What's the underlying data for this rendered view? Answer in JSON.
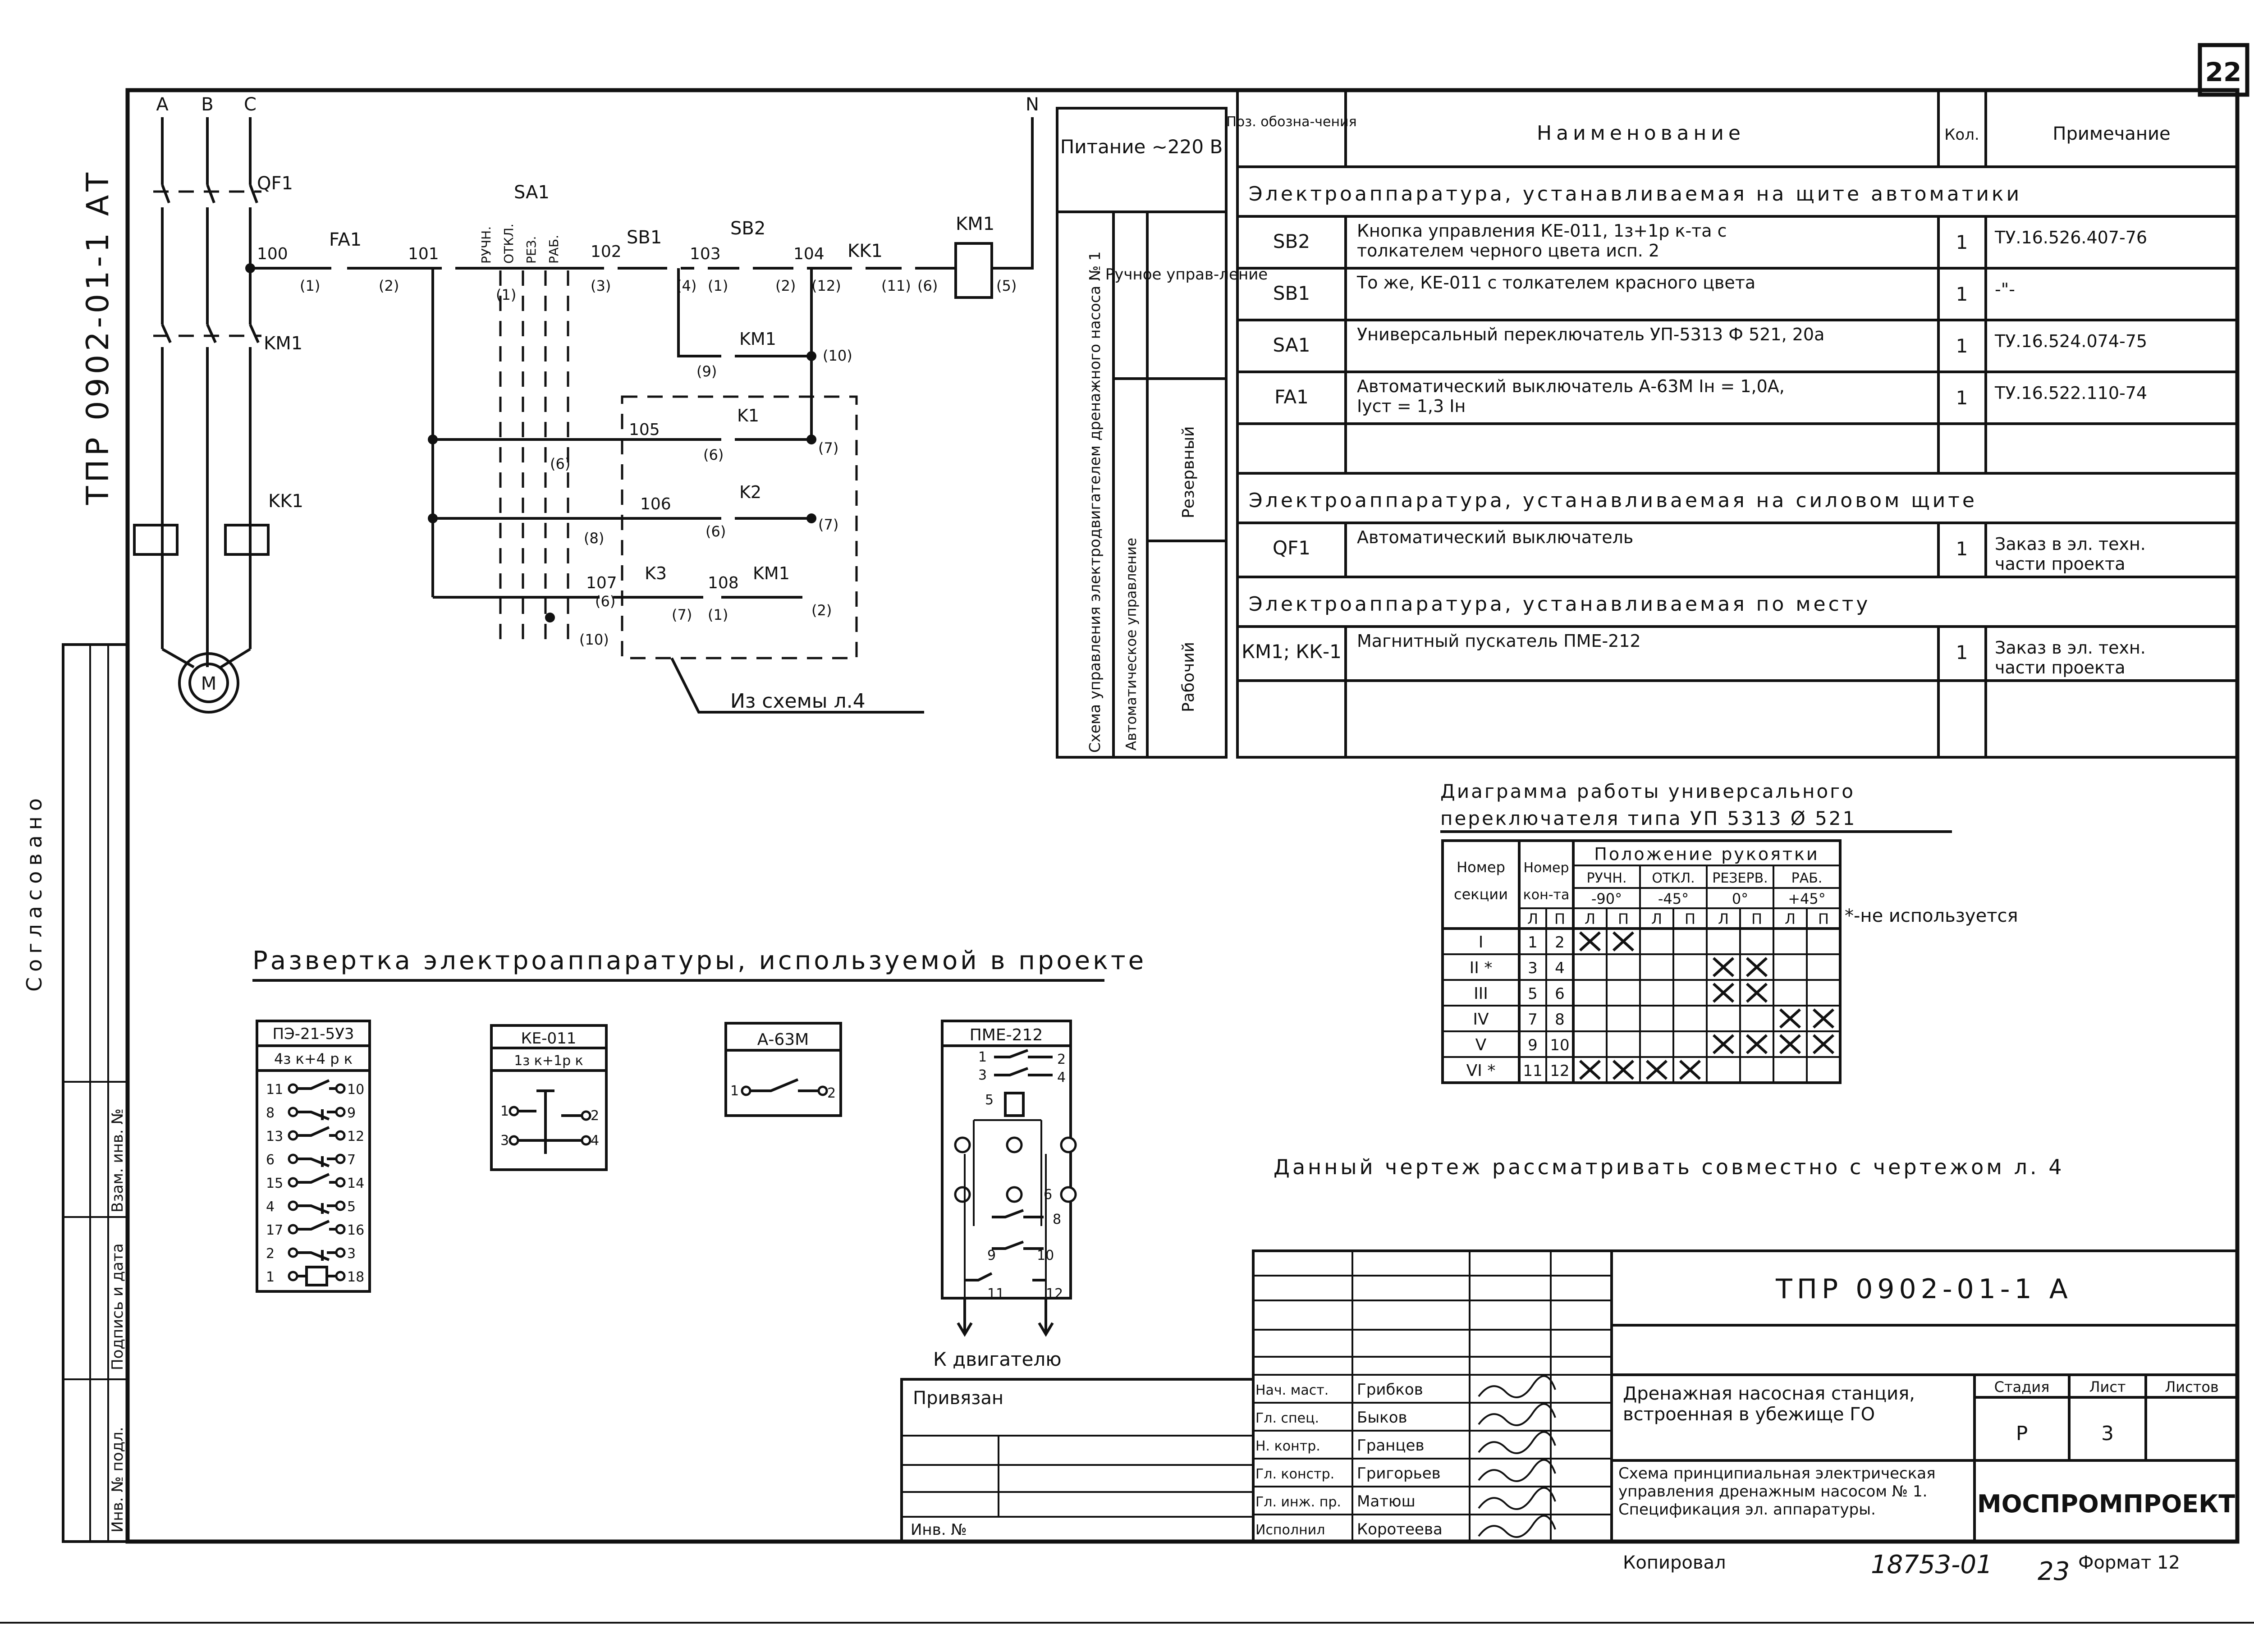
{
  "sheet_number": "22",
  "side_code": "ТПР 0902-01-1  АТ",
  "left_border": {
    "agreed": "Согласовано",
    "inv_orig": "Инв. № подл.",
    "sign_date": "Подпись и дата",
    "inv_repl": "Взам. инв. №"
  },
  "schematic": {
    "phases": [
      "A",
      "B",
      "C"
    ],
    "neutral": "N",
    "devices": [
      "QF1",
      "KM1",
      "KK1",
      "M",
      "FA1",
      "SA1",
      "SB1",
      "SB2",
      "KK1",
      "KM1",
      "KM1",
      "K1",
      "K2",
      "K3",
      "KM1"
    ],
    "switch_positions": [
      "РУЧН.",
      "ОТКЛ.",
      "РЕЗ.",
      "РАБ."
    ],
    "wires": [
      "100",
      "101",
      "102",
      "103",
      "104",
      "105",
      "106",
      "107",
      "108"
    ],
    "terminals": [
      "(1)",
      "(2)",
      "(1)",
      "(3)",
      "(4)",
      "(1)",
      "(2)",
      "(12)",
      "(11)",
      "(6)",
      "(5)",
      "(9)",
      "(10)",
      "(6)",
      "(6)",
      "(7)",
      "(8)",
      "(6)",
      "(7)",
      "(6)",
      "(7)",
      "(1)",
      "(2)",
      "(10)"
    ],
    "from_scheme": "Из схемы л.4"
  },
  "mode_table": {
    "power": "Питание ~220 В",
    "vertical_title": "Схема управления электродвигателем дренажного насоса № 1",
    "auto": "Автоматическое управление",
    "manual": "Ручное управ-ление",
    "reserve": "Резервный",
    "work": "Рабочий"
  },
  "spec": {
    "headers": [
      "Поз. обозна-чения",
      "Наименование",
      "Кол.",
      "Примечание"
    ],
    "sections": [
      {
        "title": "Электроаппаратура, устанавливаемая на щите автоматики",
        "rows": [
          {
            "pos": "SB2",
            "name": "Кнопка управления КЕ-011, 1з+1р к-та с толкателем черного цвета исп. 2",
            "qty": "1",
            "note": "ТУ.16.526.407-76"
          },
          {
            "pos": "SB1",
            "name": "То же, КЕ-011 с толкателем красного цвета",
            "qty": "1",
            "note": "-\"-"
          },
          {
            "pos": "SA1",
            "name": "Универсальный переключатель УП-5313  Ф 521, 20а",
            "qty": "1",
            "note": "ТУ.16.524.074-75"
          },
          {
            "pos": "FA1",
            "name": "Автоматический выключатель А-63М Iн = 1,0А, Iуст = 1,3 Iн",
            "qty": "1",
            "note": "ТУ.16.522.110-74"
          }
        ]
      },
      {
        "title": "Электроаппаратура, устанавливаемая на силовом щите",
        "rows": [
          {
            "pos": "QF1",
            "name": "Автоматический выключатель",
            "qty": "1",
            "note": "Заказ в эл. техн. части проекта"
          }
        ]
      },
      {
        "title": "Электроаппаратура, устанавливаемая по месту",
        "rows": [
          {
            "pos": "КМ1; КК-1",
            "name": "Магнитный пускатель ПМЕ-212",
            "qty": "1",
            "note": "Заказ в эл. техн. части проекта"
          }
        ]
      }
    ]
  },
  "diagram": {
    "title1": "Диаграмма работы универсального",
    "title2": "переключателя типа УП 5313 Ø 521",
    "h_section": "Номер секции",
    "h_contact": "Номер кон-та",
    "h_position": "Положение рукоятки",
    "positions": [
      "РУЧН.",
      "ОТКЛ.",
      "РЕЗЕРВ.",
      "РАБ."
    ],
    "angles": [
      "-90°",
      "-45°",
      "0°",
      "+45°"
    ],
    "lp": [
      "Л",
      "П"
    ],
    "rows": [
      {
        "sec": "I",
        "c1": "1",
        "c2": "2",
        "x": [
          1,
          1,
          0,
          0,
          0,
          0,
          0,
          0
        ]
      },
      {
        "sec": "II *",
        "c1": "3",
        "c2": "4",
        "x": [
          0,
          0,
          0,
          0,
          1,
          1,
          0,
          0
        ]
      },
      {
        "sec": "III",
        "c1": "5",
        "c2": "6",
        "x": [
          0,
          0,
          0,
          0,
          1,
          1,
          0,
          0
        ]
      },
      {
        "sec": "IV",
        "c1": "7",
        "c2": "8",
        "x": [
          0,
          0,
          0,
          0,
          0,
          0,
          1,
          1
        ]
      },
      {
        "sec": "V",
        "c1": "9",
        "c2": "10",
        "x": [
          0,
          0,
          0,
          0,
          1,
          1,
          1,
          1
        ]
      },
      {
        "sec": "VI *",
        "c1": "11",
        "c2": "12",
        "x": [
          1,
          1,
          1,
          1,
          0,
          0,
          0,
          0
        ]
      }
    ],
    "note": "*-не используется"
  },
  "unfold": {
    "title": "Развертка электроаппаратуры, используемой в проекте",
    "pe": {
      "name": "ПЭ-21-5У3",
      "contacts": "4з к+4 р к",
      "pins": [
        [
          "11",
          "10"
        ],
        [
          "8",
          "9"
        ],
        [
          "13",
          "12"
        ],
        [
          "6",
          "7"
        ],
        [
          "15",
          "14"
        ],
        [
          "4",
          "5"
        ],
        [
          "17",
          "16"
        ],
        [
          "2",
          "3"
        ],
        [
          "1",
          "18"
        ]
      ]
    },
    "ke": {
      "name": "КЕ-011",
      "contacts": "1з к+1р к",
      "pins": [
        [
          "1",
          "2"
        ],
        [
          "3",
          "4"
        ]
      ]
    },
    "a63": {
      "name": "А-63М",
      "pins": [
        "1",
        "2"
      ]
    },
    "pme": {
      "name": "ПМЕ-212",
      "pins": [
        "1",
        "2",
        "3",
        "4",
        "5",
        "6",
        "8",
        "9",
        "10",
        "11",
        "12"
      ],
      "to_motor": "К двигателю"
    }
  },
  "remark": "Данный чертеж рассматривать совместно с чертежом л. 4",
  "stamp": {
    "doc_code": "ТПР 0902-01-1  А",
    "object": "Дренажная насосная станция, встроенная в убежище ГО",
    "sheet_title": "Схема принципиальная электрическая управления дренажным насосом № 1. Спецификация эл. аппаратуры.",
    "stage_h": "Стадия",
    "sheet_h": "Лист",
    "sheets_h": "Листов",
    "stage": "Р",
    "sheet": "3",
    "org": "МОСПРОМПРОЕКТ",
    "people": [
      {
        "role": "Нач. маст.",
        "name": "Грибков"
      },
      {
        "role": "Гл. спец.",
        "name": "Быков"
      },
      {
        "role": "Н. контр.",
        "name": "Гранцев"
      },
      {
        "role": "Гл. констр.",
        "name": "Григорьев"
      },
      {
        "role": "Гл. инж. пр.",
        "name": "Матюш"
      },
      {
        "role": "Исполнил",
        "name": "Коротеева"
      }
    ],
    "bound": "Привязан",
    "inv_no": "Инв. №",
    "copied": "Копировал",
    "number": "18753-01",
    "sheet_no": "23",
    "format": "Формат 12"
  }
}
